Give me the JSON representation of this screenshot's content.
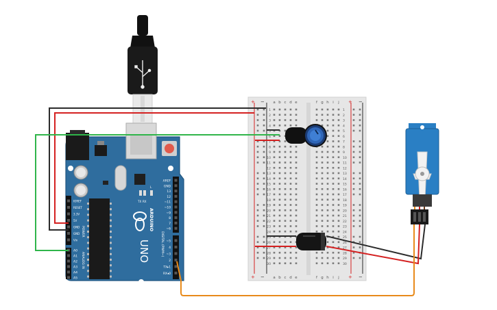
{
  "arduino": {
    "brand": "ARDUINO",
    "model": "UNO",
    "power_pins": [
      "IOREF",
      "RESET",
      "3.3V",
      "5V",
      "GND",
      "GND",
      "Vin"
    ],
    "power_label": "POWER",
    "analog_pins": [
      "A0",
      "A1",
      "A2",
      "A3",
      "A4",
      "A5"
    ],
    "analog_label": "ANALOG IN",
    "digital_pins": [
      "AREF",
      "GND",
      "13",
      "12",
      "~11",
      "~10",
      "~9",
      "8",
      "7",
      "~6",
      "~5",
      "4",
      "~3",
      "2",
      "TX▸1",
      "RX◂0"
    ],
    "digital_label": "DIGITAL (PWM~)",
    "tx_label": "TX",
    "rx_label": "RX",
    "l_label": "L"
  },
  "breadboard": {
    "columns_left": [
      "a",
      "b",
      "c",
      "d",
      "e"
    ],
    "columns_right": [
      "f",
      "g",
      "h",
      "i",
      "j"
    ],
    "rows": [
      "1",
      "2",
      "3",
      "4",
      "5",
      "6",
      "7",
      "8",
      "9",
      "10",
      "11",
      "12",
      "13",
      "14",
      "15",
      "16",
      "17",
      "18",
      "19",
      "20",
      "21",
      "22",
      "23",
      "24",
      "25",
      "26",
      "27",
      "28",
      "29",
      "30"
    ],
    "plus": "+",
    "minus": "−"
  },
  "colors": {
    "board": "#2f6d9e",
    "board_dark": "#1f5580",
    "wire_black": "#2b2b2b",
    "wire_red": "#d42020",
    "wire_green": "#2fb54a",
    "wire_orange": "#e88a1a",
    "breadboard": "#e6e6e6",
    "servo": "#2a7fc4"
  }
}
